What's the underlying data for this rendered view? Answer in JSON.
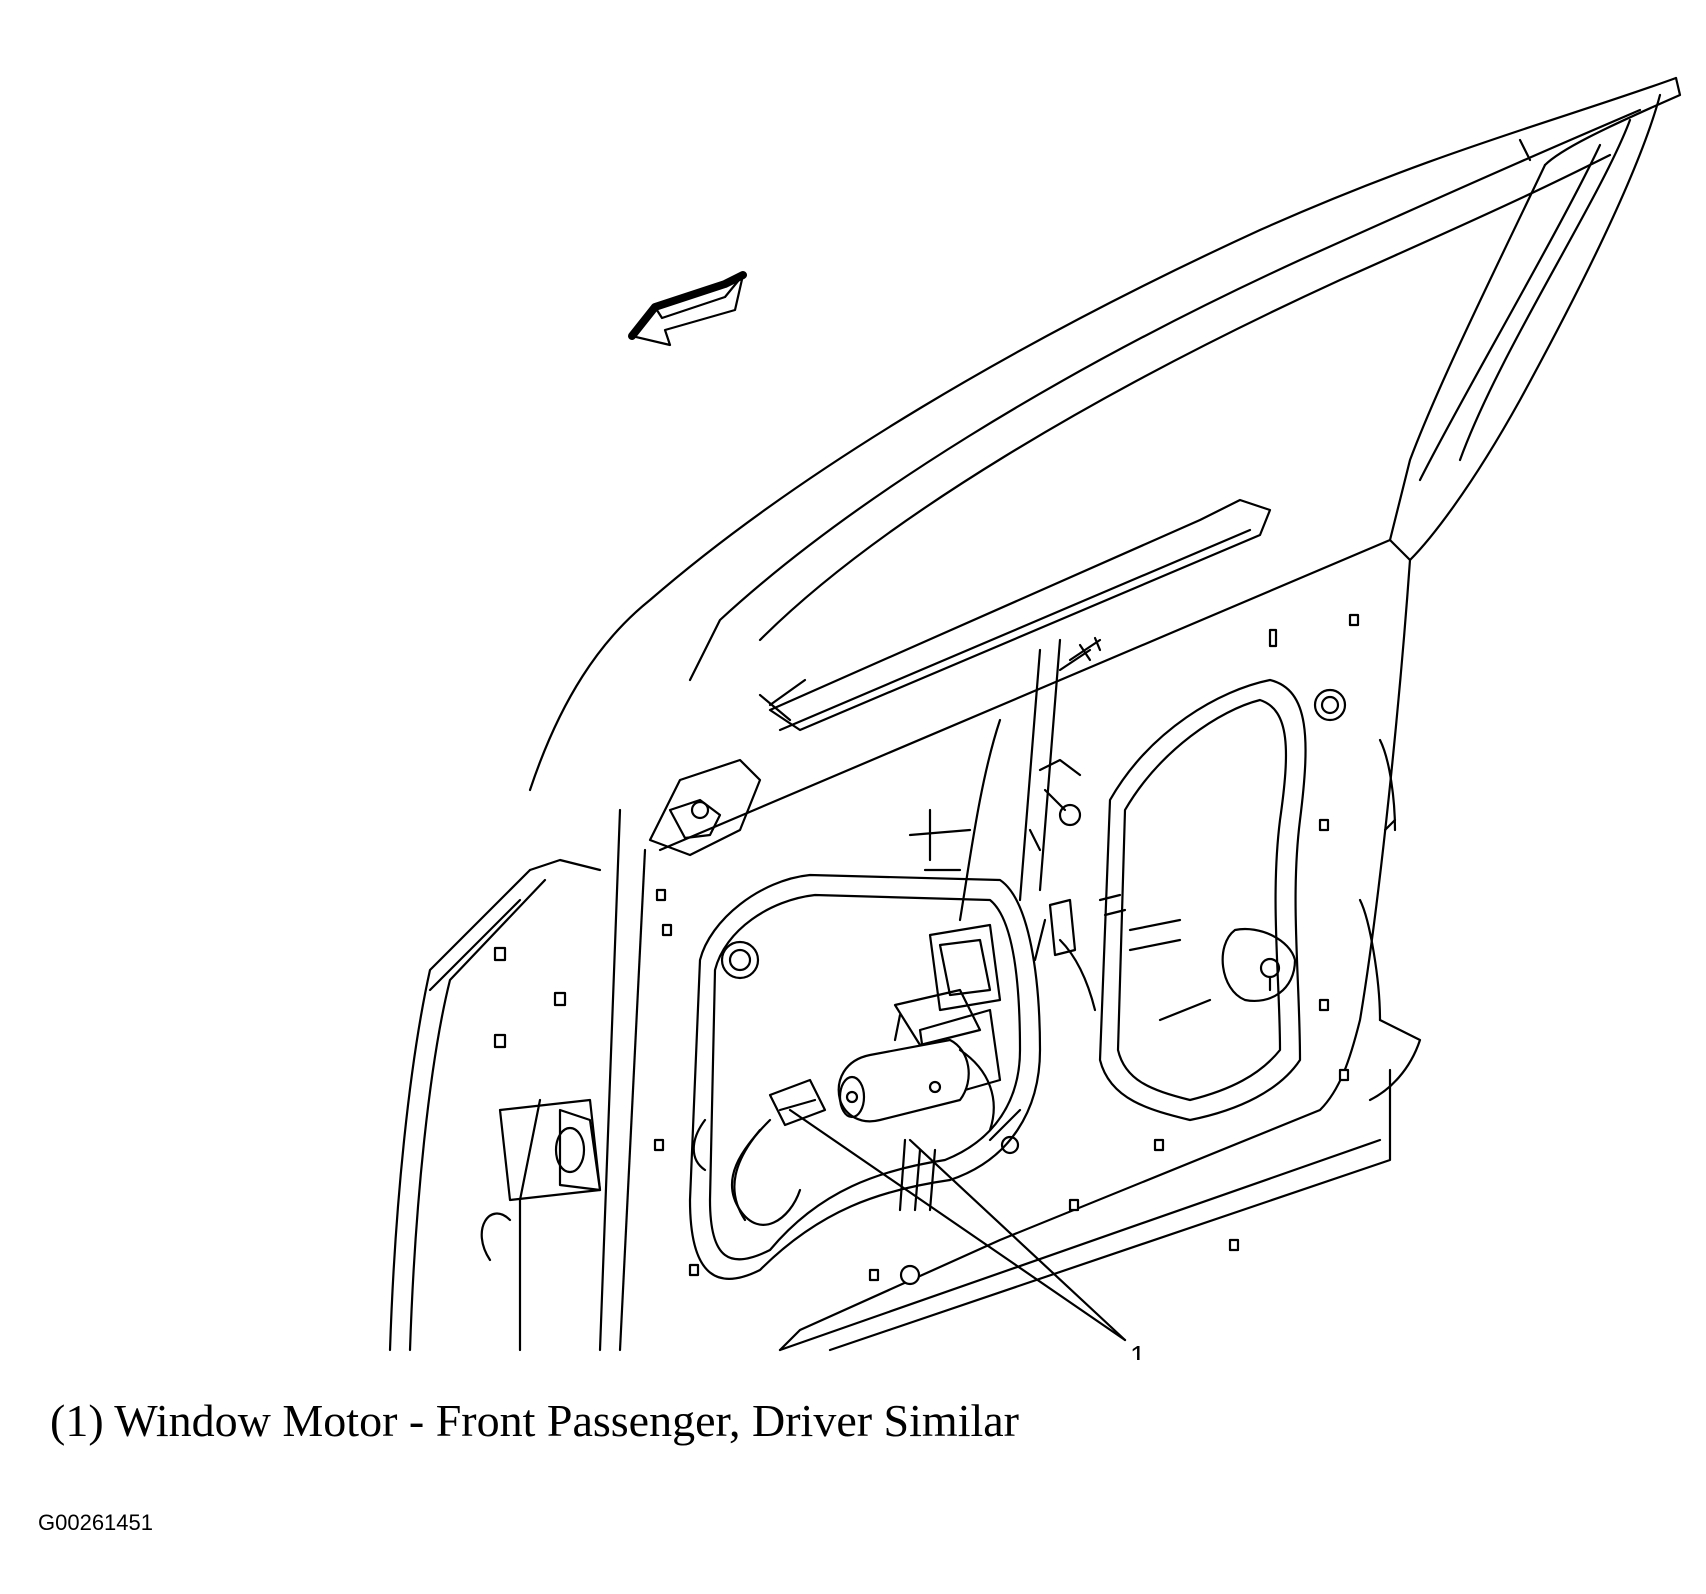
{
  "callouts": [
    {
      "number": "1"
    }
  ],
  "caption": "(1) Window Motor - Front Passenger, Driver Similar",
  "figure_id": "G00261451"
}
